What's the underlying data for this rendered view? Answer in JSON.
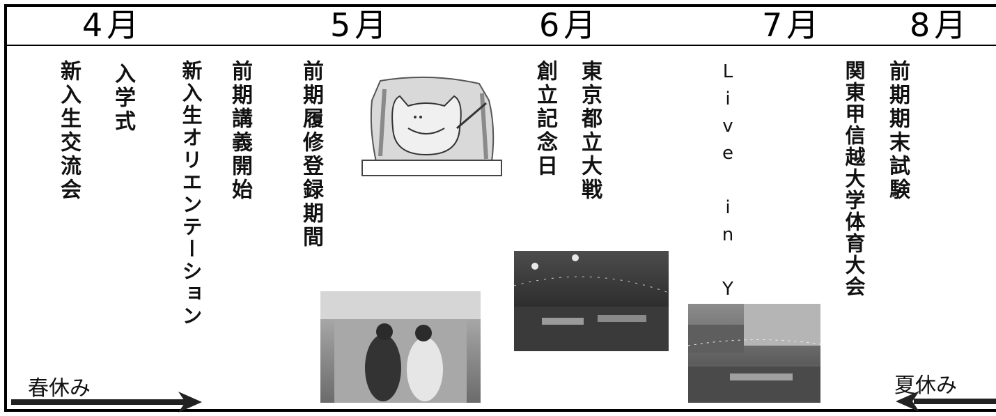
{
  "months": [
    "4月",
    "5月",
    "6月",
    "7月",
    "8月"
  ],
  "events": {
    "new_student_exchange": "新入生交流会",
    "entrance_ceremony": "入学式",
    "new_student_orientation": "新入生オリエンテーション",
    "first_term_lectures": "前期講義開始",
    "course_registration": "前期履修登録期間",
    "founding_day": "創立記念日",
    "tokyo_metro_match": "東京都立大戦",
    "live_in_ycu": "Live in YCU",
    "kanto_sports_meet": "関東甲信越大学体育大会",
    "final_exams": "前期期末試験"
  },
  "breaks": {
    "spring": "春休み",
    "summer": "夏休み"
  },
  "colors": {
    "ink": "#111111",
    "photo_dark": "#4a4a4a",
    "photo_mid": "#8a8a8a"
  }
}
